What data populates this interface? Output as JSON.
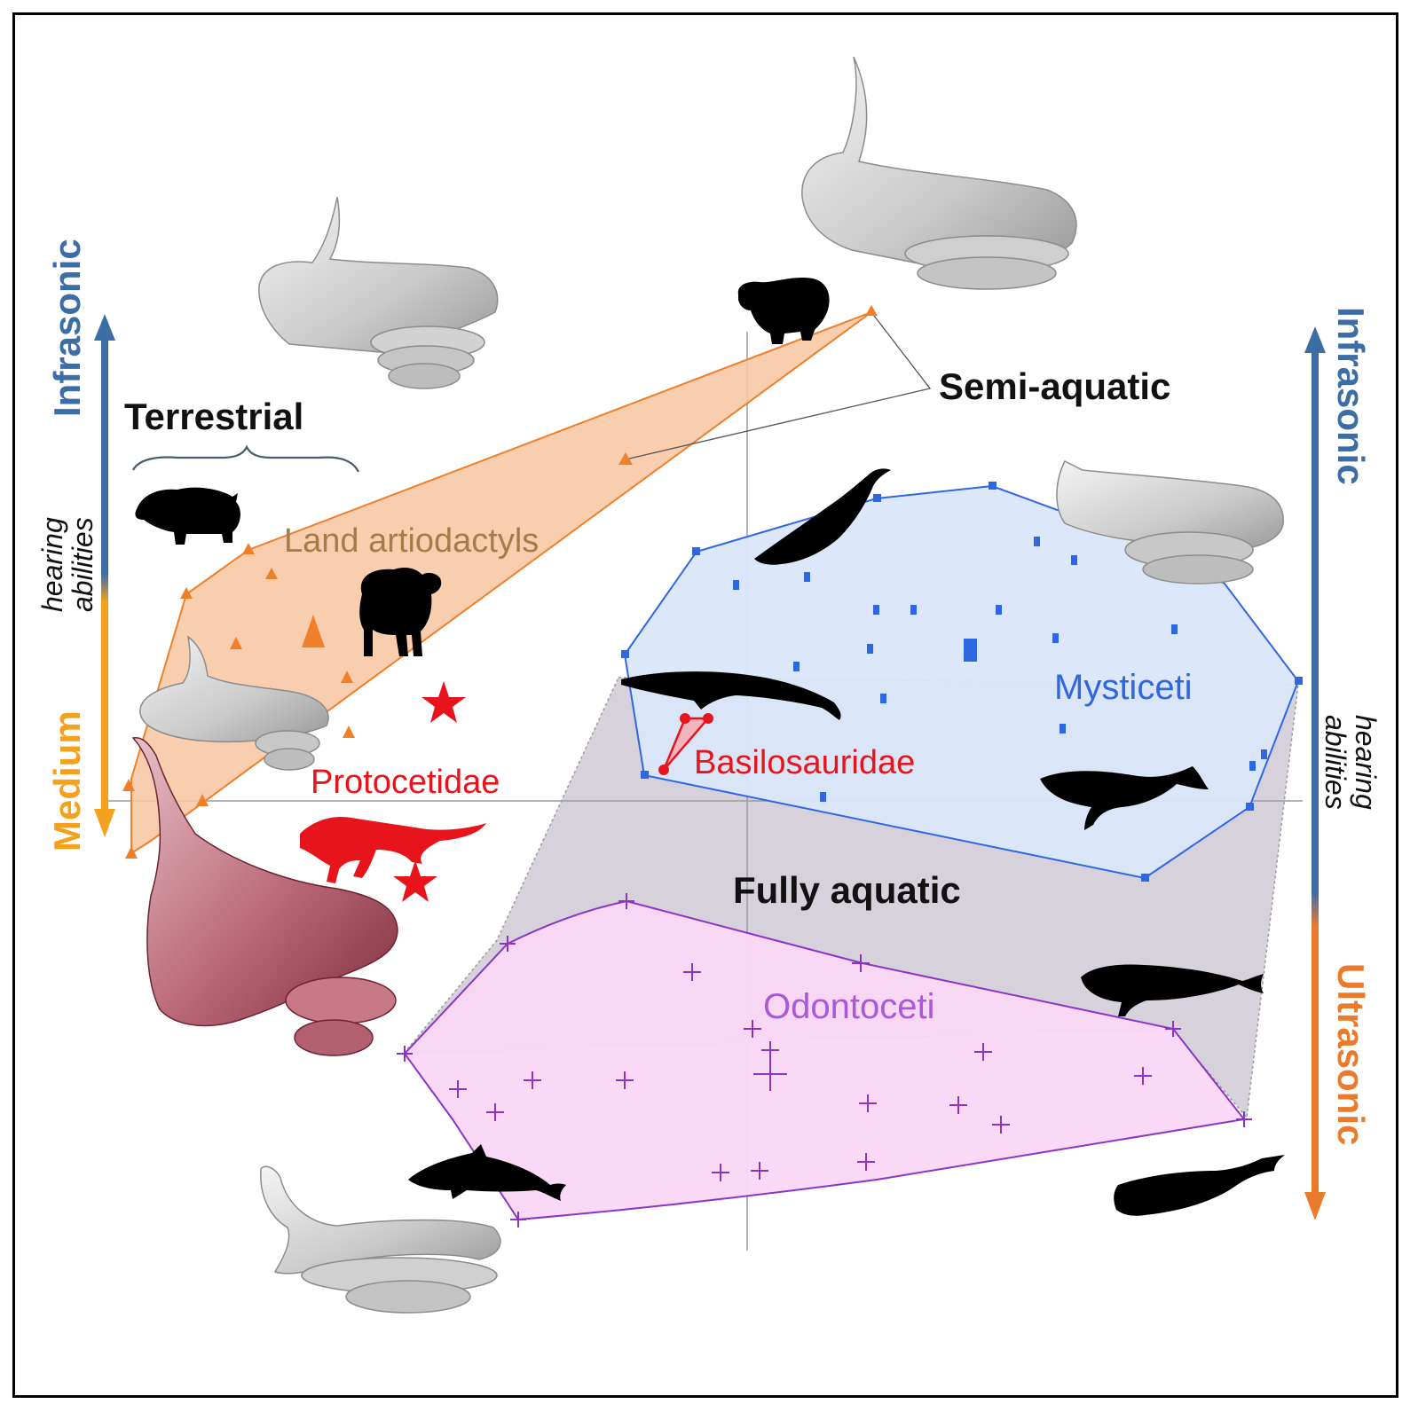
{
  "labels": {
    "terrestrial": "Terrestrial",
    "semi_aquatic": "Semi-aquatic",
    "fully_aquatic": "Fully aquatic",
    "land_artiodactyls": "Land artiodactyls",
    "protocetidae": "Protocetidae",
    "basilosauridae": "Basilosauridae",
    "mysticeti": "Mysticeti",
    "odontoceti": "Odontoceti"
  },
  "left_scale": {
    "top": "Infrasonic",
    "middle_line1": "hearing",
    "middle_line2": "abilities",
    "bottom": "Medium"
  },
  "right_scale": {
    "top": "Infrasonic",
    "middle_line1": "hearing",
    "middle_line2": "abilities",
    "bottom": "Ultrasonic"
  },
  "colors": {
    "land": "#f07f2a",
    "land_fill": "#f7c9a6",
    "protocetid": "#e8141c",
    "mysticeti": "#2e67e0",
    "mysticeti_fill": "#dbe6fa",
    "odontoceti": "#8a35c8",
    "odontoceti_fill": "#fad7f6",
    "infrasonic": "#3c6ea5",
    "medium": "#f4a21e",
    "ultrasonic": "#ea7b2c",
    "overlap": "#d6d1db"
  },
  "icons": [
    "hippo-silhouette",
    "pig-silhouette",
    "sheep-silhouette",
    "protocetid-silhouette",
    "humpback-whale-silhouette",
    "blue-whale-silhouette",
    "right-whale-silhouette",
    "beluga-silhouette",
    "dolphin-silhouette",
    "sperm-whale-silhouette",
    "inner-ear-model"
  ]
}
